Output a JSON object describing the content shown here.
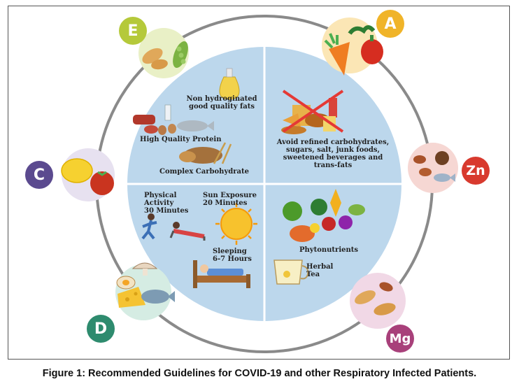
{
  "caption": "Figure 1: Recommended Guidelines for COVID-19 and other Respiratory Infected Patients.",
  "quadrants": {
    "top_left": {
      "fats": "Non hydroginated\ngood quality fats",
      "protein": "High Quality Protein",
      "carbs": "Complex Carbohydrate"
    },
    "top_right": {
      "avoid": "Avoid refined carbohydrates,\nsugars, salt, junk foods,\nsweetened beverages and\ntrans-fats"
    },
    "bottom_left": {
      "activity": "Physical\nActivity\n30 Minutes",
      "sun": "Sun Exposure\n20 Minutes",
      "sleep": "Sleeping\n6-7 Hours"
    },
    "bottom_right": {
      "phyto": "Phytonutrients",
      "tea": "Herbal\nTea"
    }
  },
  "nutrients": {
    "E": {
      "label": "E",
      "color": "#b5c93a"
    },
    "A": {
      "label": "A",
      "color": "#f0b429"
    },
    "Zn": {
      "label": "Zn",
      "color": "#d83a2e"
    },
    "C": {
      "label": "C",
      "color": "#5b4a8f"
    },
    "D": {
      "label": "D",
      "color": "#2e8b6e"
    },
    "Mg": {
      "label": "Mg",
      "color": "#a8407a"
    }
  }
}
